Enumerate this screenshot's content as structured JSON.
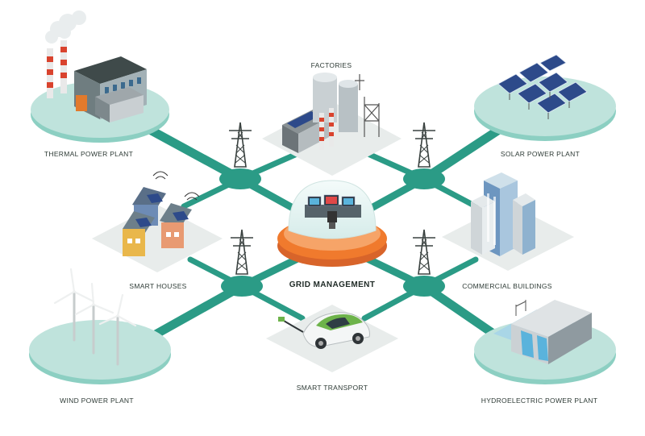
{
  "diagram": {
    "center": {
      "label": "GRID MANAGEMENT"
    },
    "nodes": [
      {
        "id": "thermal",
        "label": "THERMAL POWER PLANT"
      },
      {
        "id": "factories",
        "label": "FACTORIES"
      },
      {
        "id": "solar",
        "label": "SOLAR POWER PLANT"
      },
      {
        "id": "houses",
        "label": "SMART HOUSES"
      },
      {
        "id": "commercial",
        "label": "COMMERCIAL BUILDINGS"
      },
      {
        "id": "wind",
        "label": "WIND POWER PLANT"
      },
      {
        "id": "transport",
        "label": "SMART TRANSPORT"
      },
      {
        "id": "hydro",
        "label": "HYDROELECTRIC POWER PLANT"
      }
    ]
  },
  "colors": {
    "grid_line": "#2b9b86",
    "platform": "#bfe3dc",
    "platform_edge": "#8ccfc2",
    "tile": "#e8eceb",
    "dome_base": "#f07a2d",
    "tower": "#3a4240"
  }
}
